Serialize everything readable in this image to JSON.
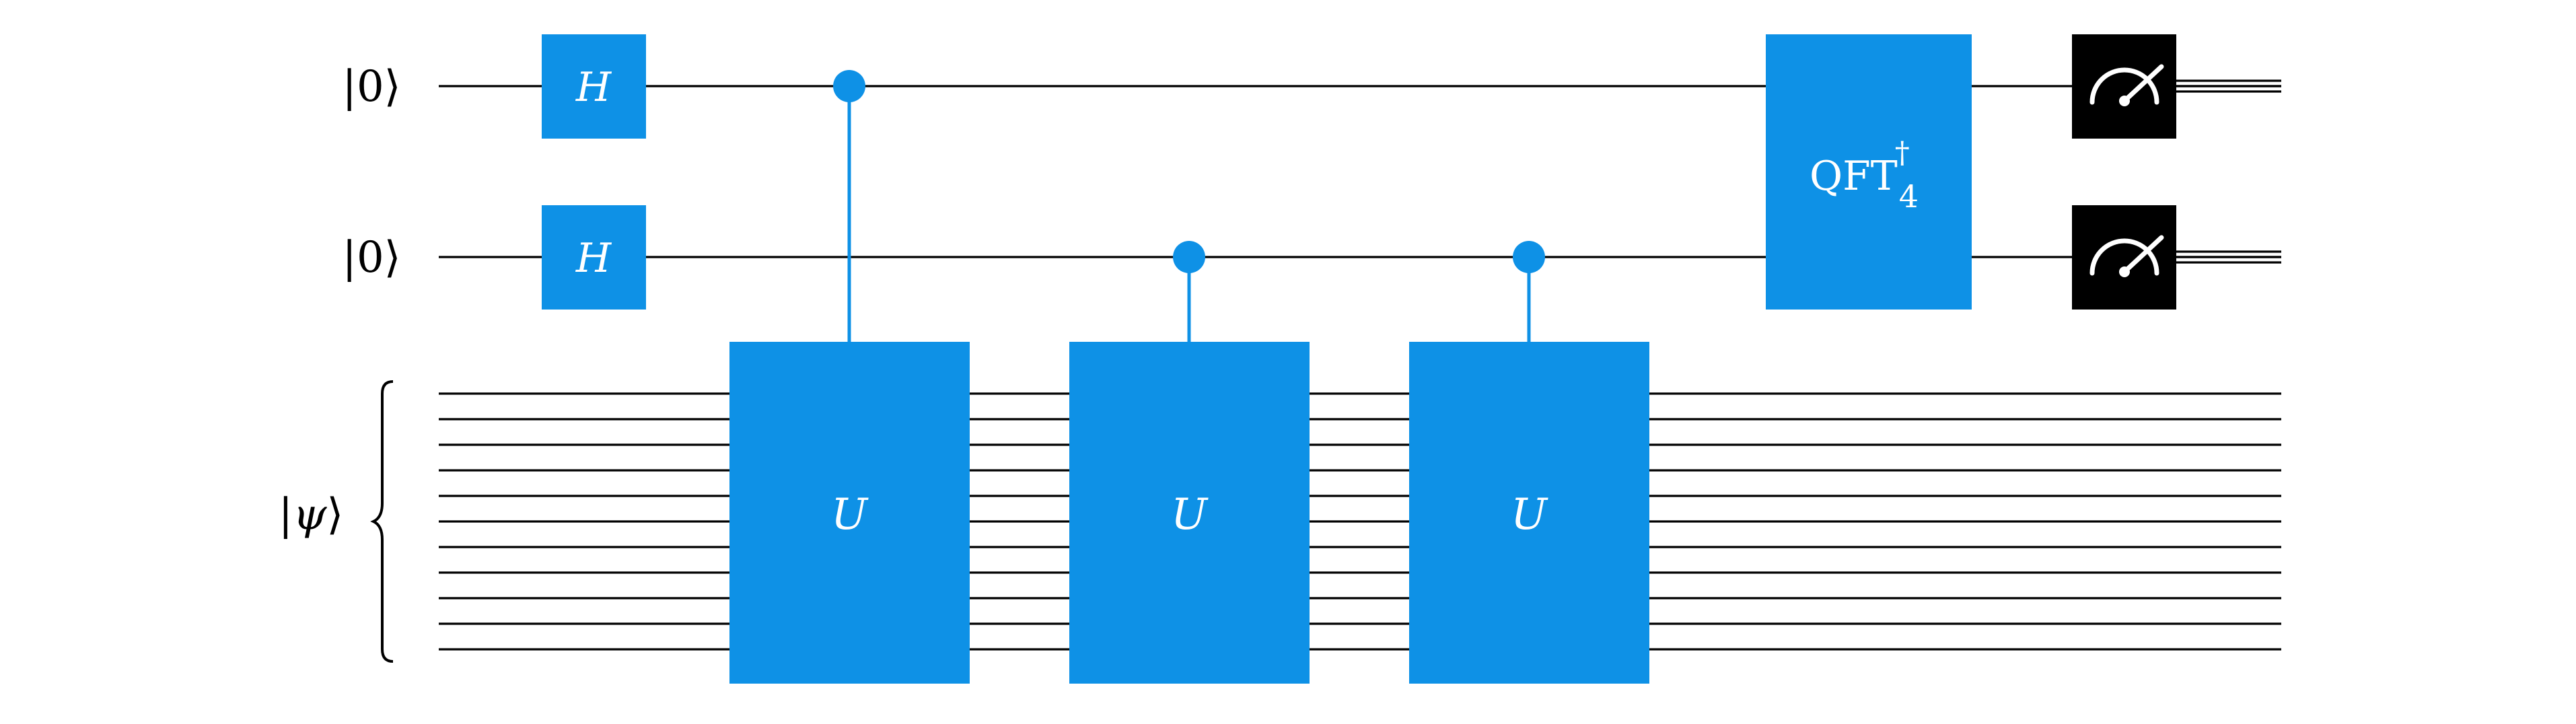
{
  "qubit_labels": [
    {
      "ket_open": "|",
      "symbol": "0",
      "ket_close": "⟩"
    },
    {
      "ket_open": "|",
      "symbol": "0",
      "ket_close": "⟩"
    },
    {
      "ket_open": "|",
      "symbol": "ψ",
      "ket_close": "⟩"
    }
  ],
  "gates": {
    "hadamard_label": "H",
    "unitary_label": "U",
    "qft": {
      "base": "QFT",
      "superscript": "†",
      "subscript": "4"
    }
  },
  "icons": {
    "measure": "meter-icon",
    "control": "control-dot-icon",
    "brace": "curly-brace-icon"
  },
  "colors": {
    "gate": "#0E91E6",
    "measure": "#000000",
    "wire": "#000000",
    "classical_wire": "#000000"
  }
}
